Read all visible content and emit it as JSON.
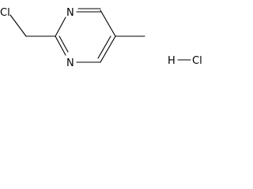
{
  "molecule": {
    "atoms": {
      "chlorine_substituent": "Cl",
      "ring_nitrogen_top": "N",
      "ring_nitrogen_bottom": "N"
    },
    "salt": {
      "hydrogen": "H",
      "chlorine": "Cl"
    }
  },
  "colors": {
    "ink": "#000000",
    "background": "#ffffff"
  }
}
